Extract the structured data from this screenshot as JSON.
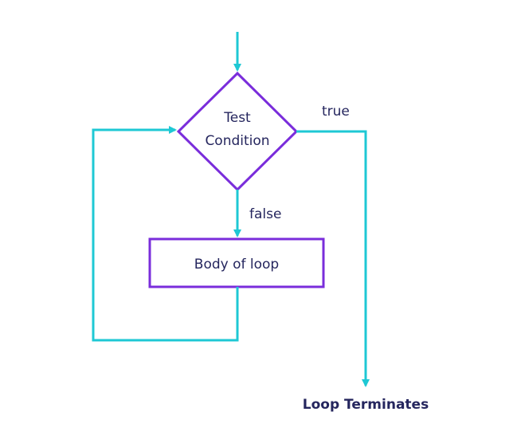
{
  "colors": {
    "connector": "#1ec8d4",
    "node_border": "#7a2ddb",
    "text": "#25265e",
    "background": "#ffffff"
  },
  "nodes": {
    "condition": {
      "shape": "diamond",
      "line1": "Test",
      "line2": "Condition"
    },
    "body": {
      "shape": "rectangle",
      "label": "Body of loop"
    },
    "terminal": {
      "label": "Loop Terminates"
    }
  },
  "edges": {
    "true_label": "true",
    "false_label": "false"
  }
}
